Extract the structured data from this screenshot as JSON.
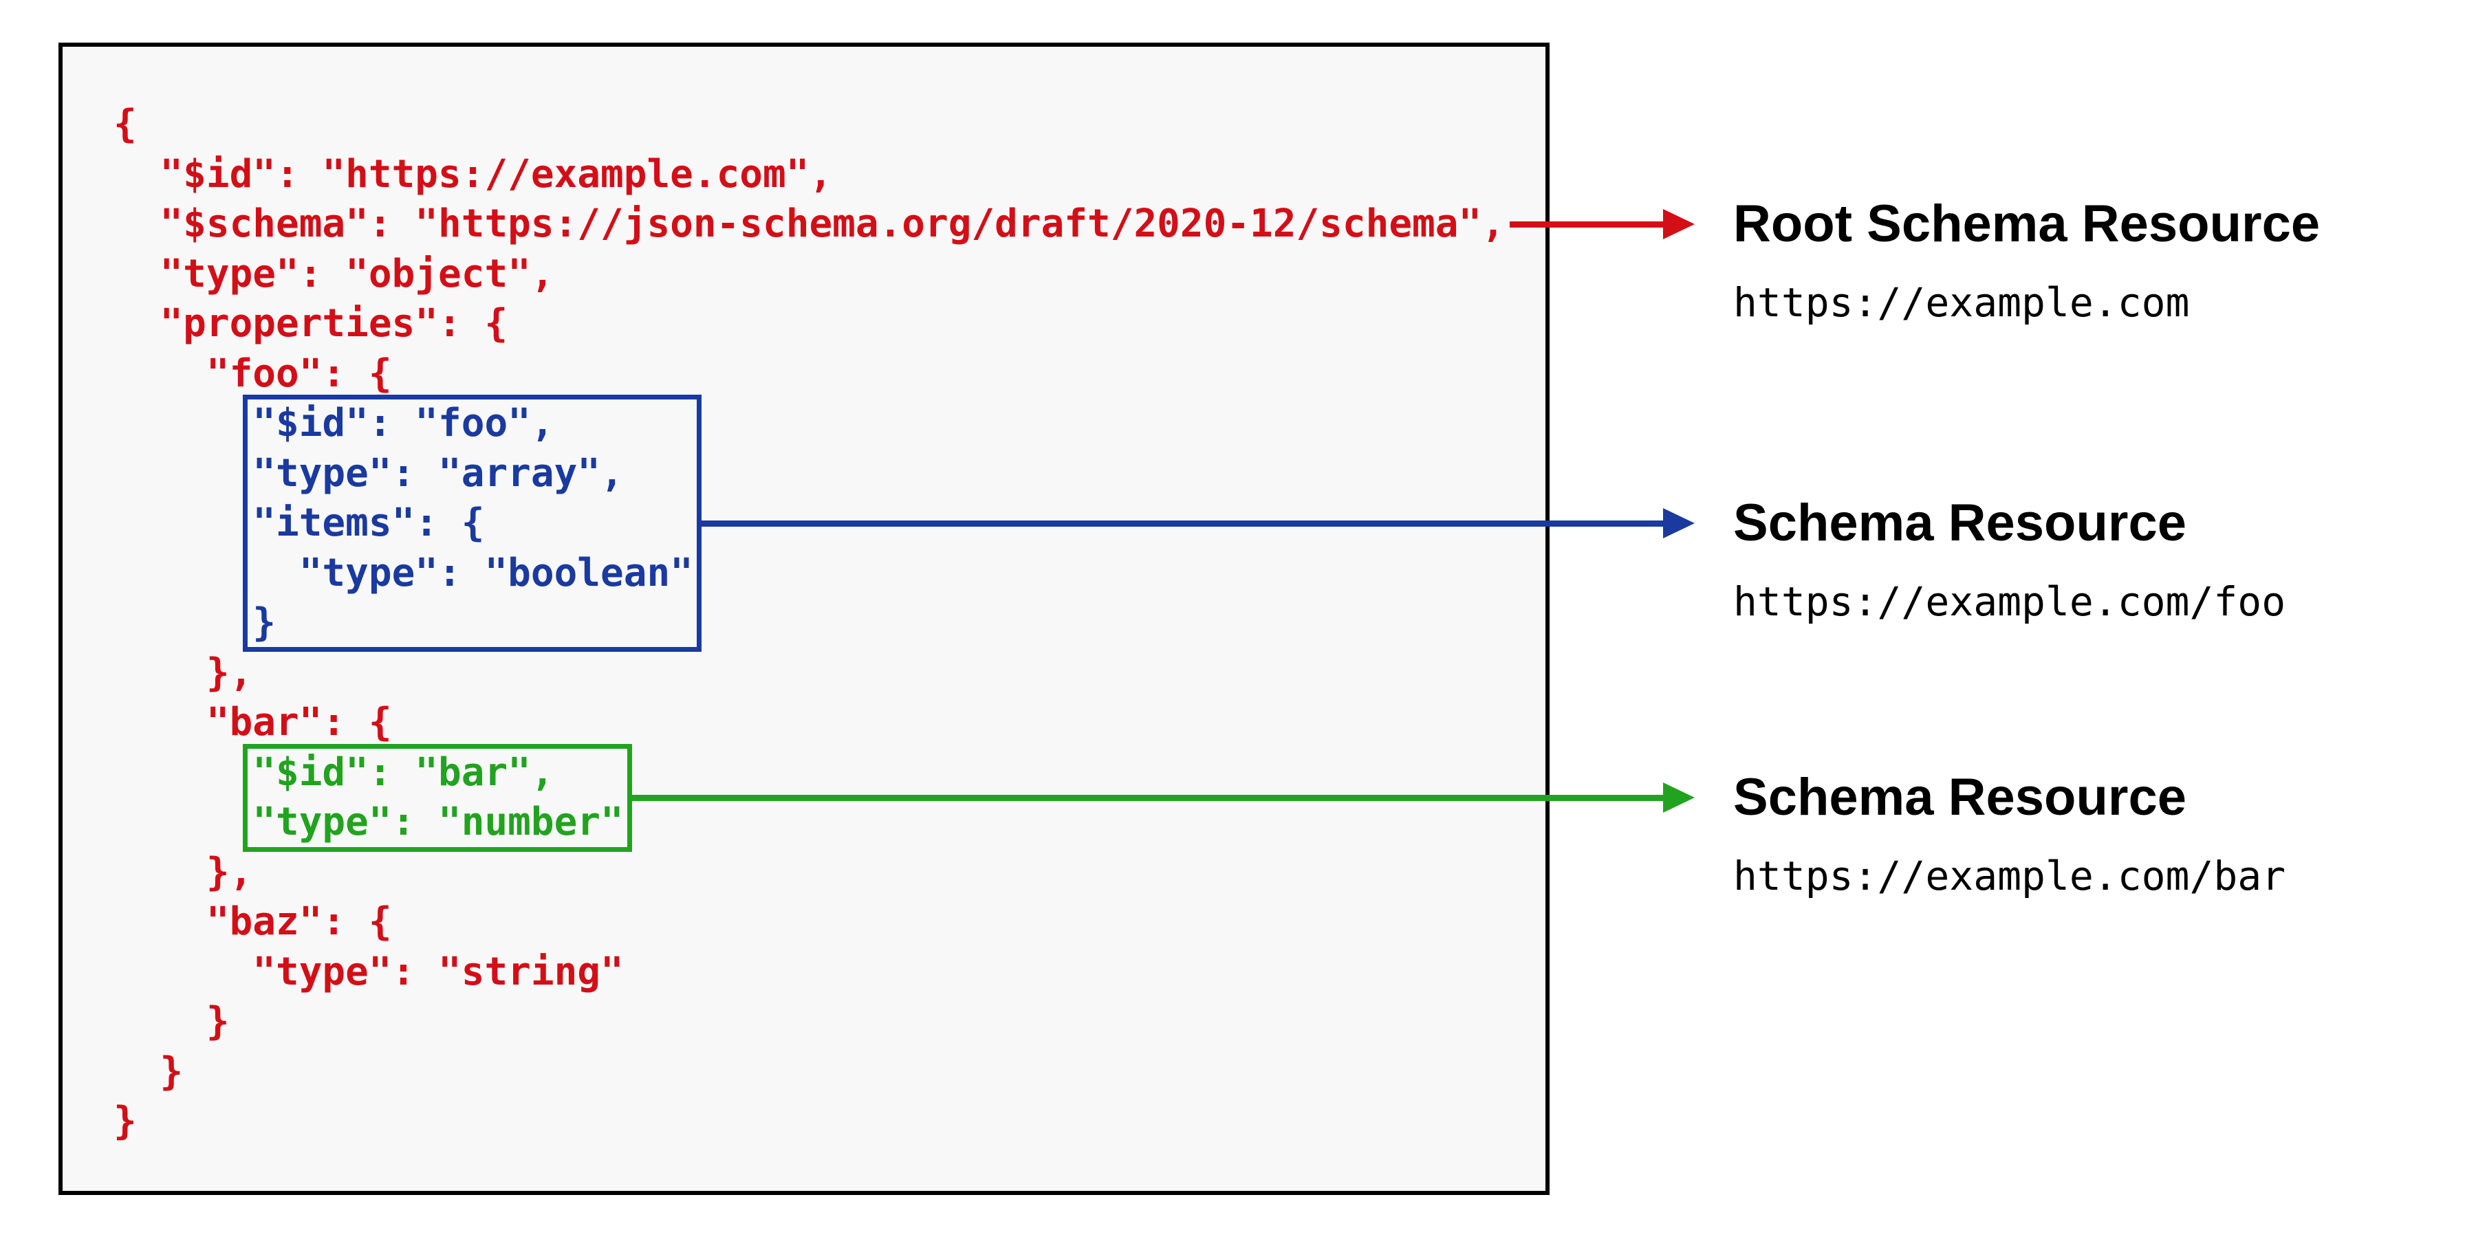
{
  "colors": {
    "red": "#d40e17",
    "blue": "#1a3a9f",
    "green": "#22a31f",
    "box_background": "#f8f8f8",
    "box_border": "#000000",
    "text": "#000000",
    "page_background": "#ffffff"
  },
  "code": {
    "lines": [
      {
        "text": "{",
        "color": "red"
      },
      {
        "text": "  \"$id\": \"https://example.com\",",
        "color": "red"
      },
      {
        "text": "  \"$schema\": \"https://json-schema.org/draft/2020-12/schema\",",
        "color": "red"
      },
      {
        "text": "  \"type\": \"object\",",
        "color": "red"
      },
      {
        "text": "  \"properties\": {",
        "color": "red"
      },
      {
        "text": "    \"foo\": {",
        "color": "red"
      },
      {
        "text": "      \"$id\": \"foo\",",
        "color": "blue"
      },
      {
        "text": "      \"type\": \"array\",",
        "color": "blue"
      },
      {
        "text": "      \"items\": {",
        "color": "blue"
      },
      {
        "text": "        \"type\": \"boolean\"",
        "color": "blue"
      },
      {
        "text": "      }",
        "color": "blue"
      },
      {
        "text": "    },",
        "color": "red"
      },
      {
        "text": "    \"bar\": {",
        "color": "red"
      },
      {
        "text": "      \"$id\": \"bar\",",
        "color": "green"
      },
      {
        "text": "      \"type\": \"number\"",
        "color": "green"
      },
      {
        "text": "    },",
        "color": "red"
      },
      {
        "text": "    \"baz\": {",
        "color": "red"
      },
      {
        "text": "      \"type\": \"string\"",
        "color": "red"
      },
      {
        "text": "    }",
        "color": "red"
      },
      {
        "text": "  }",
        "color": "red"
      },
      {
        "text": "}",
        "color": "red"
      }
    ]
  },
  "annotations": [
    {
      "title": "Root Schema Resource",
      "url": "https://example.com",
      "color": "red"
    },
    {
      "title": "Schema Resource",
      "url": "https://example.com/foo",
      "color": "blue"
    },
    {
      "title": "Schema Resource",
      "url": "https://example.com/bar",
      "color": "green"
    }
  ]
}
